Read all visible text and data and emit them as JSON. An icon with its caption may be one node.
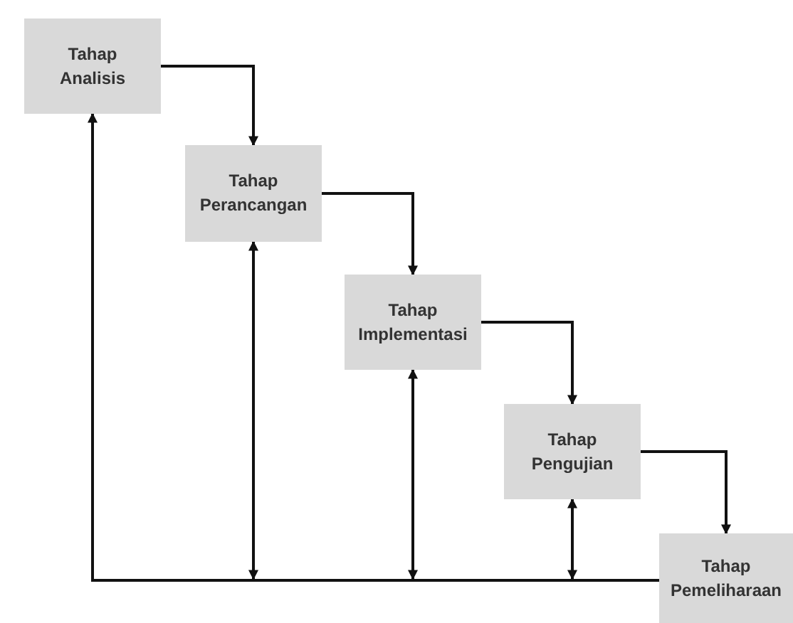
{
  "diagram": {
    "nodes": [
      {
        "text": [
          "Tahap Analisis"
        ]
      },
      {
        "text": [
          "Tahap Perancangan"
        ]
      },
      {
        "text": [
          "Tahap Implementasi"
        ]
      },
      {
        "text": [
          "Tahap Pengujian"
        ]
      },
      {
        "text": [
          "Tahap Pemeliharaan"
        ]
      },
      {
        "text": [],
        "shape": "bar"
      }
    ],
    "edges": [
      {
        "from": 0,
        "to": 1,
        "arrow": "to"
      },
      {
        "from": 1,
        "to": 2,
        "arrow": "to"
      },
      {
        "from": 2,
        "to": 3,
        "arrow": "to"
      },
      {
        "from": 3,
        "to": 4,
        "arrow": "to"
      },
      {
        "from": 4,
        "to": 5,
        "arrow": "none"
      },
      {
        "from": 5,
        "to": 0,
        "arrow": "to"
      },
      {
        "from": 5,
        "to": 1,
        "arrow": "both"
      },
      {
        "from": 5,
        "to": 2,
        "arrow": "both"
      },
      {
        "from": 5,
        "to": 3,
        "arrow": "both"
      }
    ]
  }
}
